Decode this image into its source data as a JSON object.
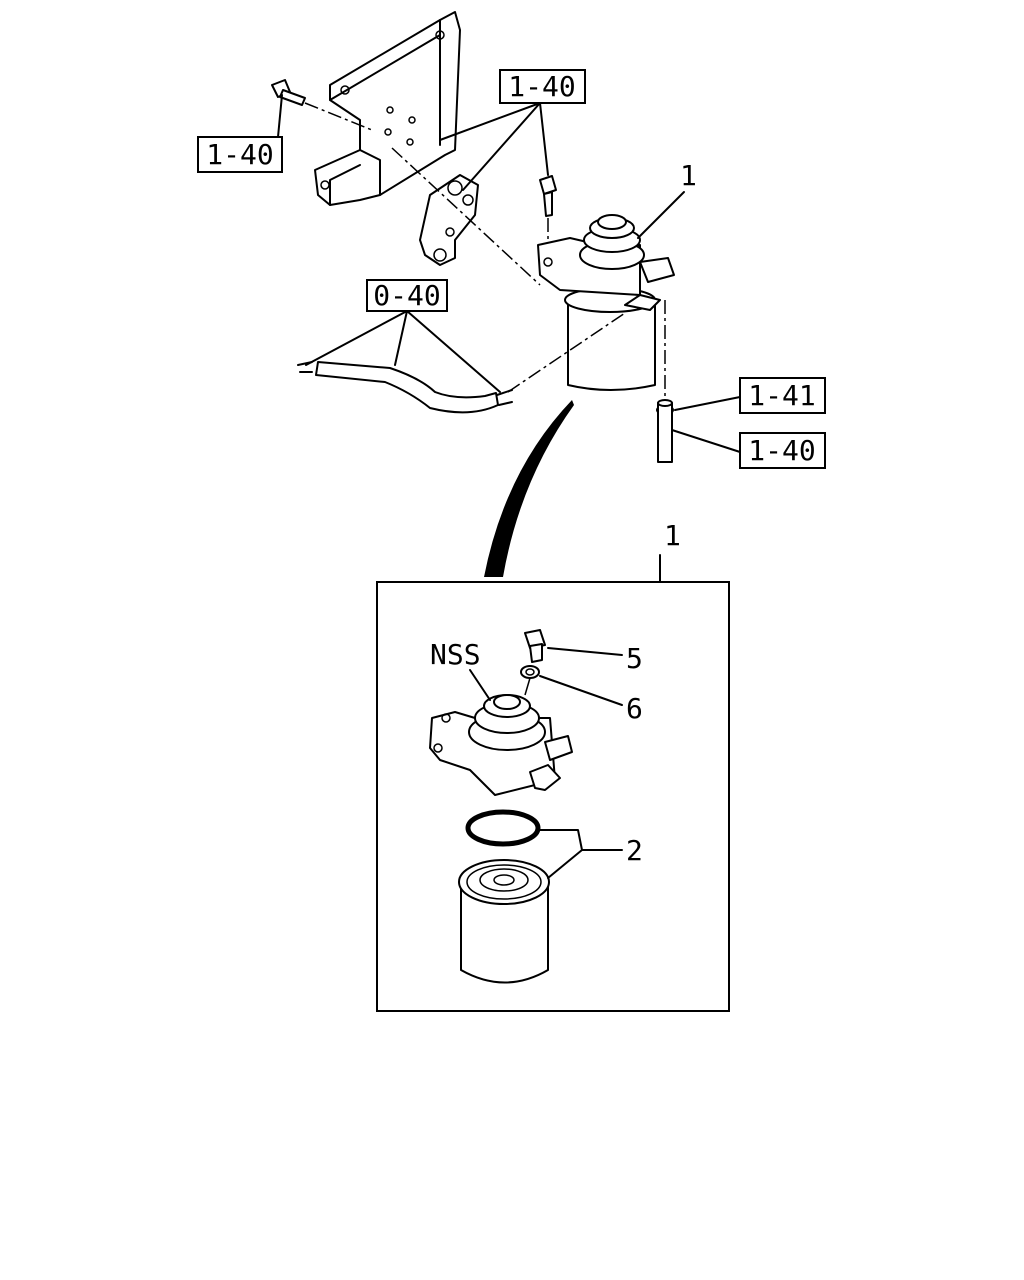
{
  "ref_labels": {
    "bracket_bolt": "1-40",
    "bracket_top": "1-40",
    "hose": "0-40",
    "washer": "1-41",
    "pipe": "1-40"
  },
  "callouts": {
    "assembly_top": "1",
    "assembly_detail": "1",
    "nss": "NSS",
    "bolt": "5",
    "gasket": "6",
    "element": "2"
  },
  "icons": {
    "bracket": "mounting-bracket-icon",
    "filter": "fuel-filter-icon",
    "hose": "fuel-hose-icon"
  }
}
